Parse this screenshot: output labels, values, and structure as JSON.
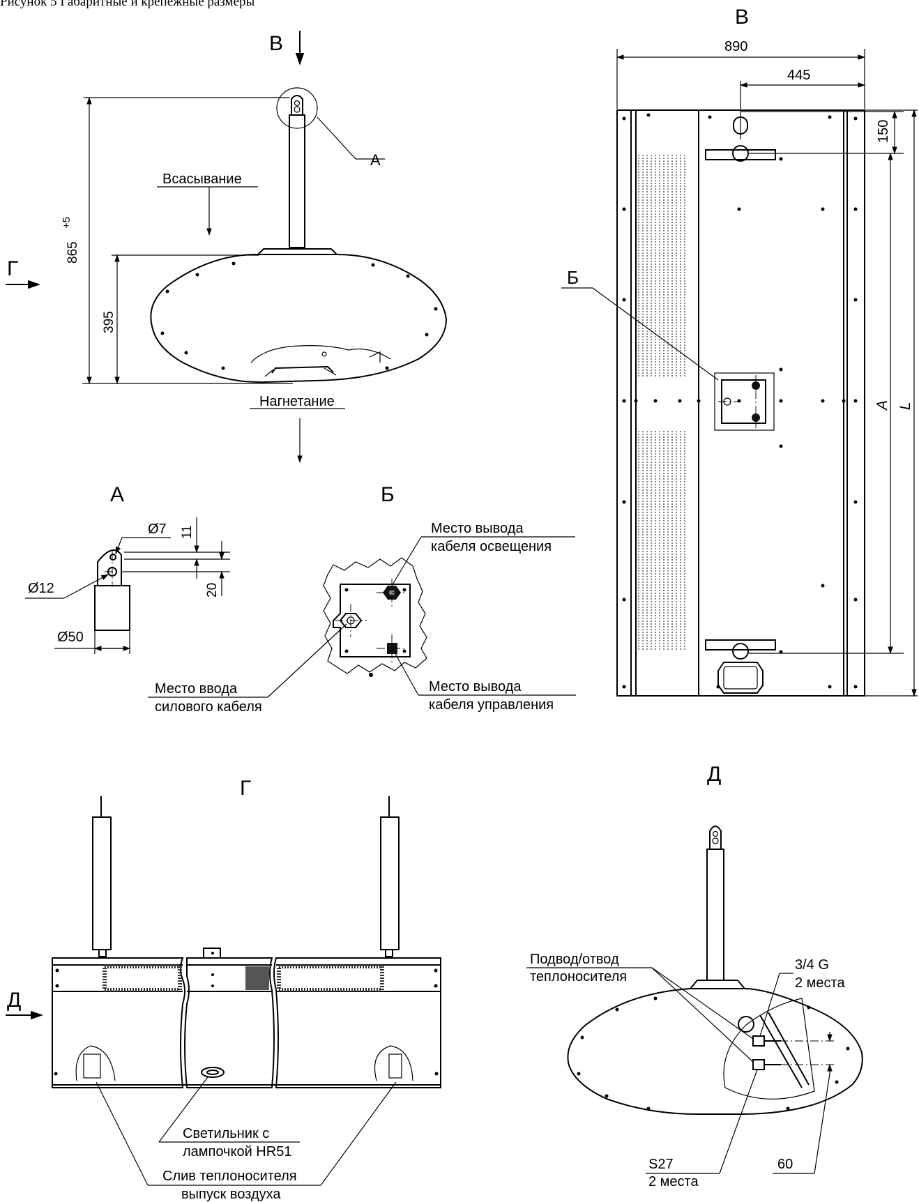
{
  "caption": "Рисунок 5 Габаритные и крепежные размеры",
  "views": {
    "top_left": {
      "view_arrow_v": "В",
      "view_arrow_g": "Г",
      "detail_callout": "А",
      "intake": "Всасывание",
      "outlet": "Нагнетание",
      "dim_total_height": "865",
      "dim_total_height_tol": "+5",
      "dim_body_height": "395"
    },
    "detail_a": {
      "title": "А",
      "d_small": "Ø7",
      "d_large": "Ø12",
      "d_pipe": "Ø50",
      "dim_11": "11",
      "dim_20": "20"
    },
    "detail_b": {
      "title": "Б",
      "light_cable": [
        "Место вывода",
        "кабеля освещения"
      ],
      "power_cable": [
        "Место ввода",
        "силового кабеля"
      ],
      "control_cable": [
        "Место вывода",
        "кабеля управления"
      ]
    },
    "view_v": {
      "title": "В",
      "callout_b": "Б",
      "dim_890": "890",
      "dim_445": "445",
      "dim_150": "150",
      "dim_a": "A",
      "dim_l": "L"
    },
    "view_g": {
      "title": "Г",
      "view_arrow_d": "Д",
      "lamp": [
        "Светильник с",
        "лампочкой HR51"
      ],
      "drain": [
        "Слив теплоносителя",
        "выпуск воздуха"
      ]
    },
    "view_d": {
      "title": "Д",
      "supply": [
        "Подвод/отвод",
        "теплоносителя"
      ],
      "thread": [
        "3/4 G",
        "2 места"
      ],
      "wrench": [
        "S27",
        "2 места"
      ],
      "dim_60": "60"
    }
  }
}
